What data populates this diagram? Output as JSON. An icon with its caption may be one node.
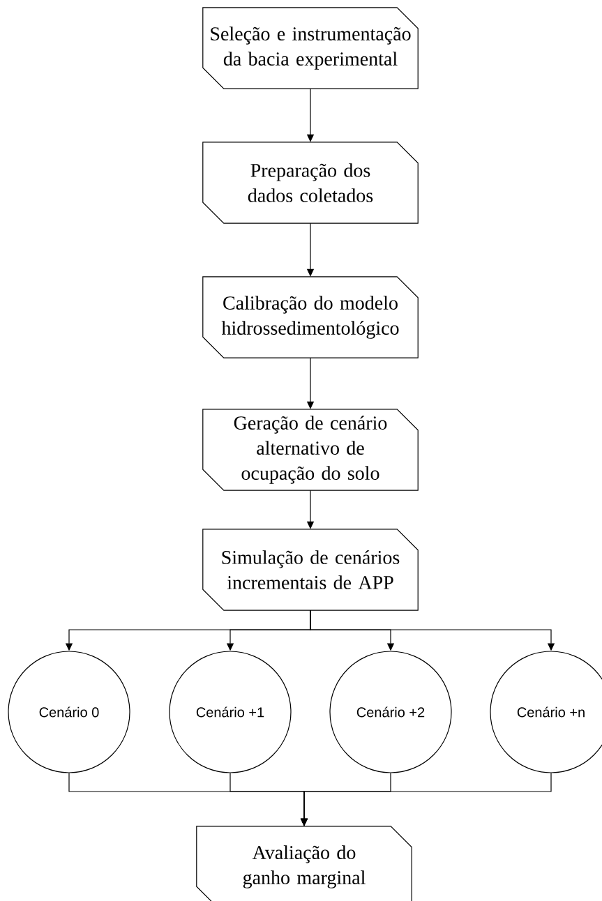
{
  "diagram": {
    "nodes": [
      {
        "text": [
          "Seleção e instrumentação da bacia experimental"
        ]
      },
      {
        "text": [
          "Preparação dos dados coletados"
        ]
      },
      {
        "text": [
          "Calibração do modelo hidrossedimentológico"
        ]
      },
      {
        "text": [
          "Geração de cenário alternativo de ocupação do solo"
        ]
      },
      {
        "text": [
          "Simulação de cenários incrementais de APP"
        ]
      },
      {
        "text": [
          "Cenário 0"
        ]
      },
      {
        "text": [
          "Cenário +1"
        ]
      },
      {
        "text": [
          "Cenário +2"
        ]
      },
      {
        "text": [
          "Cenário +n"
        ]
      },
      {
        "text": [
          "Avaliação do ganho marginal"
        ]
      }
    ],
    "edges": [
      {
        "from": 0,
        "to": 1,
        "arrow": "to"
      },
      {
        "from": 1,
        "to": 2,
        "arrow": "to"
      },
      {
        "from": 2,
        "to": 3,
        "arrow": "to"
      },
      {
        "from": 3,
        "to": 4,
        "arrow": "to"
      },
      {
        "from": 4,
        "to": 5,
        "arrow": "to"
      },
      {
        "from": 4,
        "to": 6,
        "arrow": "to"
      },
      {
        "from": 4,
        "to": 7,
        "arrow": "to"
      },
      {
        "from": 4,
        "to": 8,
        "arrow": "to"
      },
      {
        "from": 5,
        "to": 9,
        "arrow": "to"
      },
      {
        "from": 6,
        "to": 9,
        "arrow": "to"
      },
      {
        "from": 7,
        "to": 9,
        "arrow": "to"
      },
      {
        "from": 8,
        "to": 9,
        "arrow": "to"
      }
    ]
  }
}
